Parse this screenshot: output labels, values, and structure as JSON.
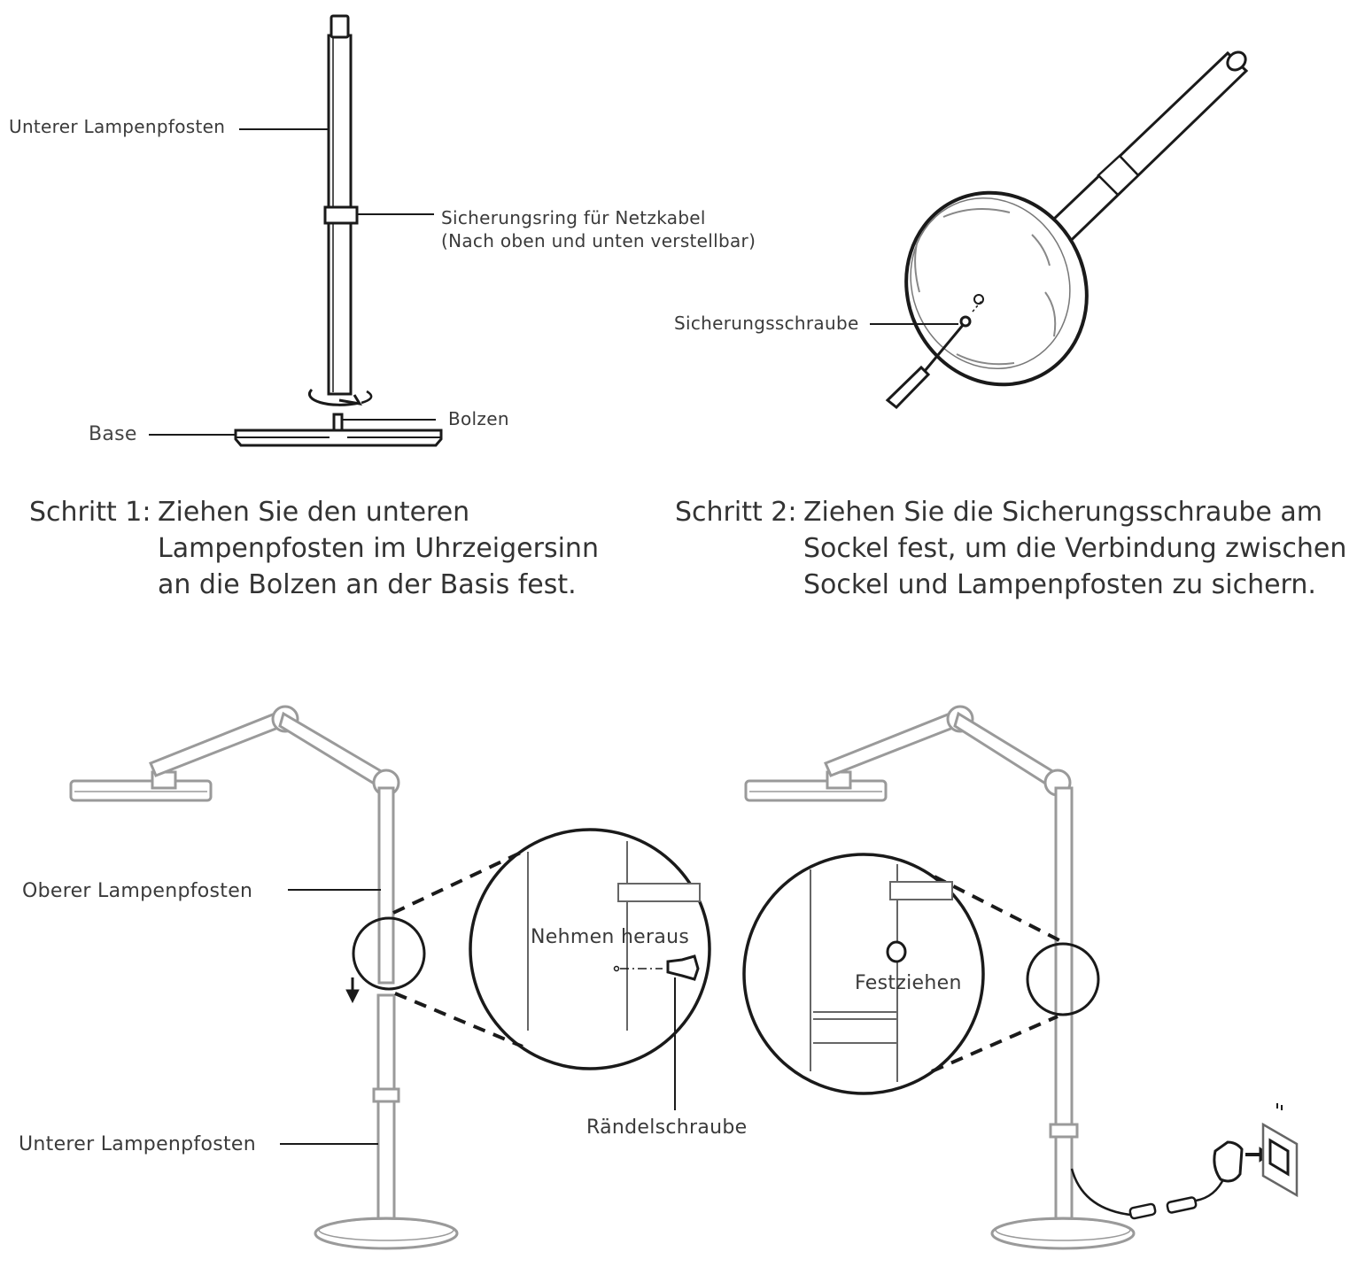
{
  "step1": {
    "number": "Schritt 1:",
    "lines": [
      "Ziehen Sie den unteren",
      "Lampenpfosten im Uhrzeigersinn",
      "an die Bolzen an der Basis fest."
    ]
  },
  "step2": {
    "number": "Schritt 2:",
    "lines": [
      "Ziehen Sie die Sicherungsschraube am",
      "Sockel fest, um die Verbindung zwischen",
      "Sockel und Lampenpfosten zu sichern."
    ]
  },
  "labels": {
    "lower_post_top": "Unterer Lampenpfosten",
    "ring_line1": "Sicherungsring für Netzkabel",
    "ring_line2": "(Nach oben und unten verstellbar)",
    "bolt": "Bolzen",
    "base": "Base",
    "lock_screw": "Sicherungsschraube",
    "upper_post": "Oberer Lampenpfosten",
    "lower_post_bottom": "Unterer Lampenpfosten",
    "remove": "Nehmen heraus",
    "thumb_screw": "Rändelschraube",
    "tighten": "Festziehen"
  }
}
